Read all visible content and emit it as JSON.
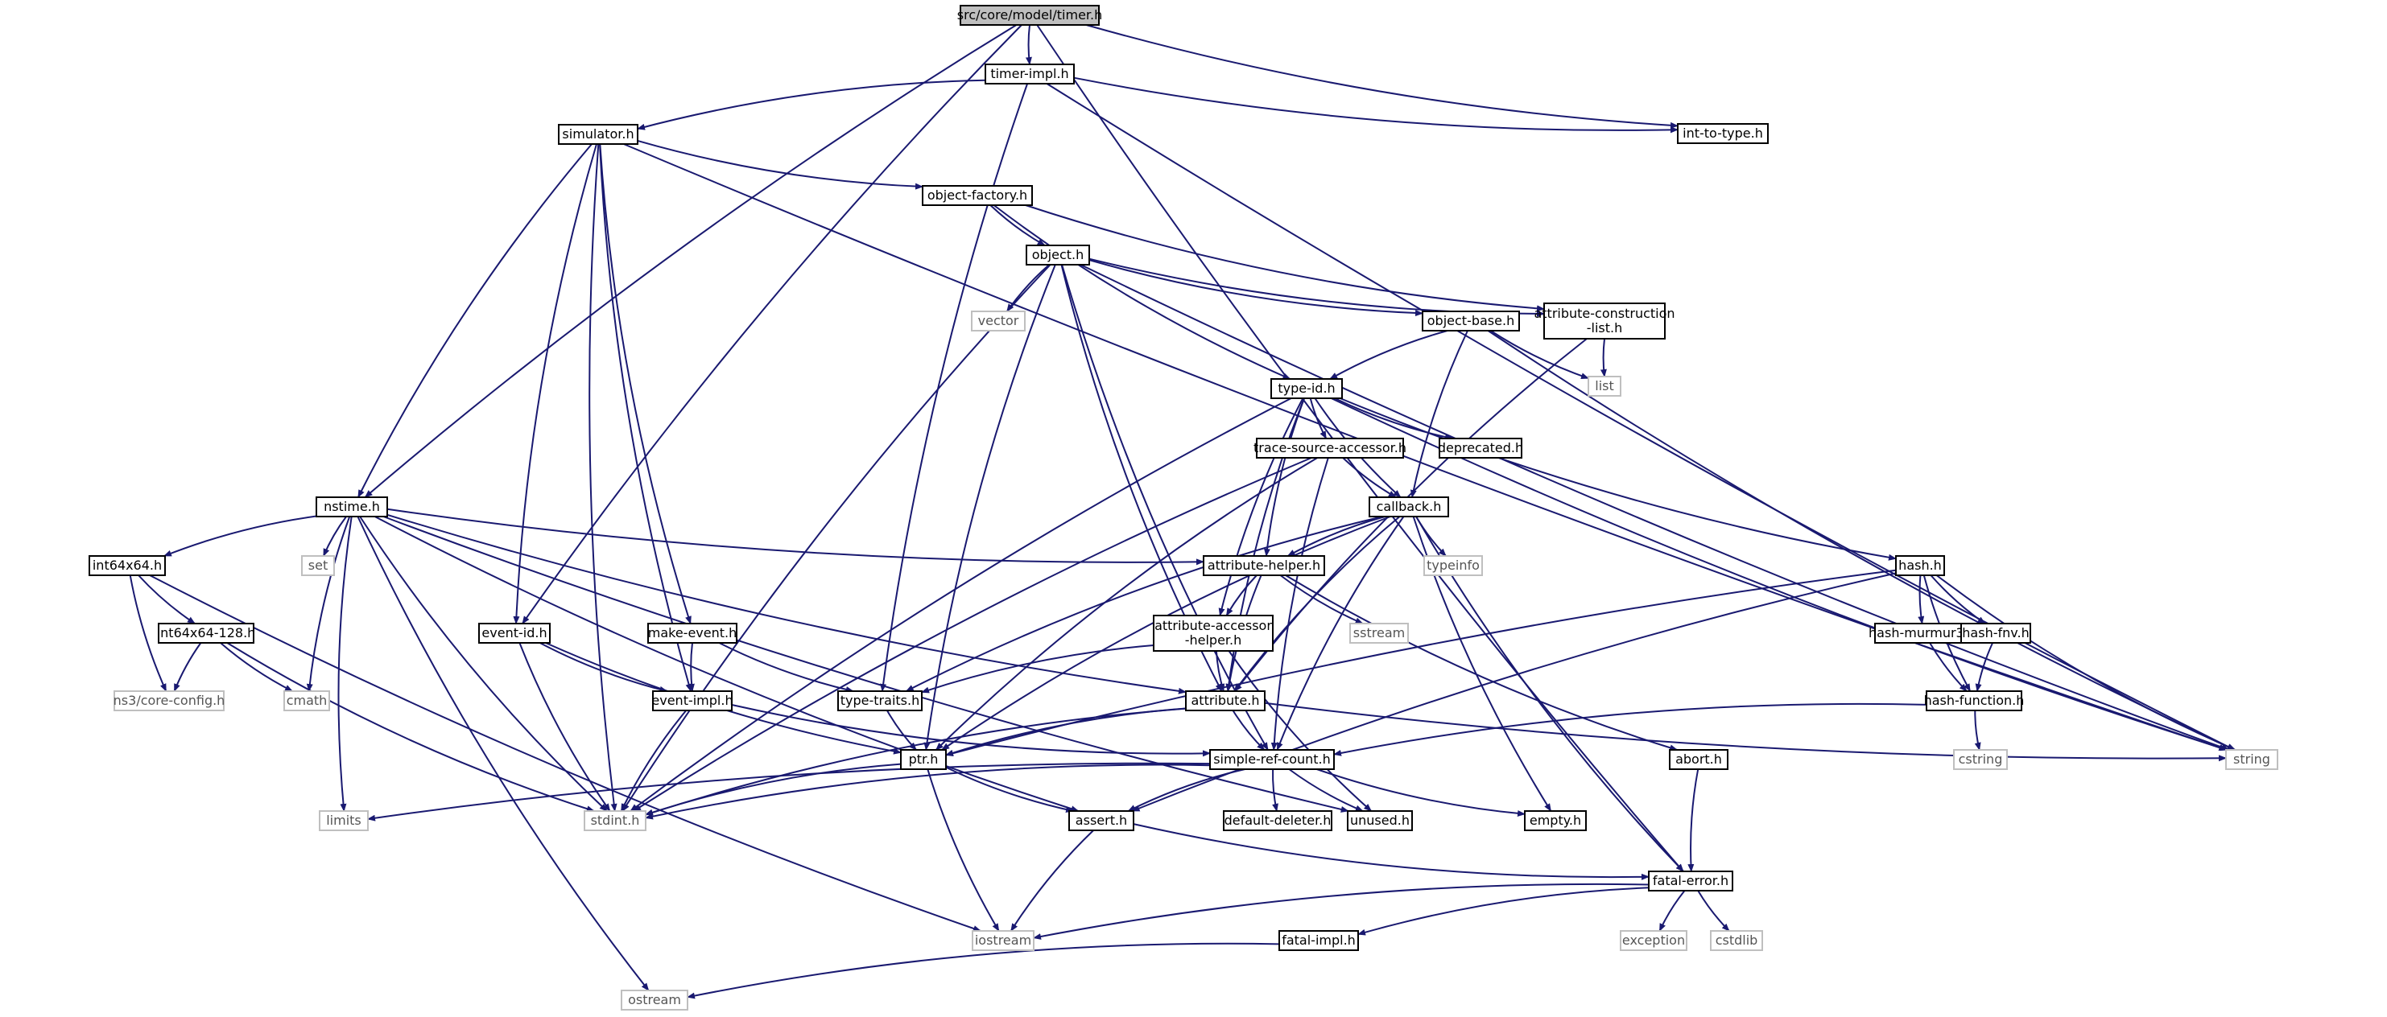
{
  "colors": {
    "edge": "#191970",
    "root_fill": "#bfbfbf",
    "box_border": "#000000",
    "system_border": "#bfbfbf"
  },
  "nodes": [
    {
      "id": "timer",
      "label": "src/core/model/timer.h",
      "kind": "root"
    },
    {
      "id": "timer_impl",
      "label": "timer-impl.h",
      "kind": "local"
    },
    {
      "id": "int_to_type",
      "label": "int-to-type.h",
      "kind": "local"
    },
    {
      "id": "simulator",
      "label": "simulator.h",
      "kind": "local"
    },
    {
      "id": "object_factory",
      "label": "object-factory.h",
      "kind": "local"
    },
    {
      "id": "object",
      "label": "object.h",
      "kind": "local"
    },
    {
      "id": "vector",
      "label": "vector",
      "kind": "system"
    },
    {
      "id": "object_base",
      "label": "object-base.h",
      "kind": "local"
    },
    {
      "id": "attr_constr",
      "label": "attribute-construction\n-list.h",
      "kind": "local"
    },
    {
      "id": "list",
      "label": "list",
      "kind": "system"
    },
    {
      "id": "type_id",
      "label": "type-id.h",
      "kind": "local"
    },
    {
      "id": "trace_src",
      "label": "trace-source-accessor.h",
      "kind": "local"
    },
    {
      "id": "deprecated",
      "label": "deprecated.h",
      "kind": "local"
    },
    {
      "id": "nstime",
      "label": "nstime.h",
      "kind": "local"
    },
    {
      "id": "callback",
      "label": "callback.h",
      "kind": "local"
    },
    {
      "id": "int64x64",
      "label": "int64x64.h",
      "kind": "local"
    },
    {
      "id": "set",
      "label": "set",
      "kind": "system"
    },
    {
      "id": "attr_helper",
      "label": "attribute-helper.h",
      "kind": "local"
    },
    {
      "id": "typeinfo",
      "label": "typeinfo",
      "kind": "system"
    },
    {
      "id": "hash",
      "label": "hash.h",
      "kind": "local"
    },
    {
      "id": "int64x64_128",
      "label": "int64x64-128.h",
      "kind": "local"
    },
    {
      "id": "event_id",
      "label": "event-id.h",
      "kind": "local"
    },
    {
      "id": "make_event",
      "label": "make-event.h",
      "kind": "local"
    },
    {
      "id": "attr_accessor",
      "label": "attribute-accessor\n-helper.h",
      "kind": "local"
    },
    {
      "id": "sstream",
      "label": "sstream",
      "kind": "system"
    },
    {
      "id": "hash_murmur3",
      "label": "hash-murmur3.h",
      "kind": "local"
    },
    {
      "id": "hash_fnv",
      "label": "hash-fnv.h",
      "kind": "local"
    },
    {
      "id": "ns3_core_config",
      "label": "ns3/core-config.h",
      "kind": "system"
    },
    {
      "id": "cmath",
      "label": "cmath",
      "kind": "system"
    },
    {
      "id": "event_impl",
      "label": "event-impl.h",
      "kind": "local"
    },
    {
      "id": "type_traits",
      "label": "type-traits.h",
      "kind": "local"
    },
    {
      "id": "attribute",
      "label": "attribute.h",
      "kind": "local"
    },
    {
      "id": "hash_function",
      "label": "hash-function.h",
      "kind": "local"
    },
    {
      "id": "string",
      "label": "string",
      "kind": "system"
    },
    {
      "id": "ptr",
      "label": "ptr.h",
      "kind": "local"
    },
    {
      "id": "simple_ref",
      "label": "simple-ref-count.h",
      "kind": "local"
    },
    {
      "id": "abort",
      "label": "abort.h",
      "kind": "local"
    },
    {
      "id": "cstring",
      "label": "cstring",
      "kind": "system"
    },
    {
      "id": "limits",
      "label": "limits",
      "kind": "system"
    },
    {
      "id": "stdint",
      "label": "stdint.h",
      "kind": "system"
    },
    {
      "id": "assert",
      "label": "assert.h",
      "kind": "local"
    },
    {
      "id": "default_deleter",
      "label": "default-deleter.h",
      "kind": "local"
    },
    {
      "id": "unused",
      "label": "unused.h",
      "kind": "local"
    },
    {
      "id": "empty",
      "label": "empty.h",
      "kind": "local"
    },
    {
      "id": "fatal_error",
      "label": "fatal-error.h",
      "kind": "local"
    },
    {
      "id": "iostream",
      "label": "iostream",
      "kind": "system"
    },
    {
      "id": "exception",
      "label": "exception",
      "kind": "system"
    },
    {
      "id": "cstdlib",
      "label": "cstdlib",
      "kind": "system"
    },
    {
      "id": "fatal_impl",
      "label": "fatal-impl.h",
      "kind": "local"
    },
    {
      "id": "ostream",
      "label": "ostream",
      "kind": "system"
    }
  ],
  "edges": [
    [
      "timer",
      "timer_impl"
    ],
    [
      "timer",
      "nstime"
    ],
    [
      "timer",
      "event_id"
    ],
    [
      "timer",
      "int_to_type"
    ],
    [
      "timer",
      "fatal_error"
    ],
    [
      "timer_impl",
      "simulator"
    ],
    [
      "timer_impl",
      "int_to_type"
    ],
    [
      "timer_impl",
      "type_traits"
    ],
    [
      "timer_impl",
      "string"
    ],
    [
      "simulator",
      "nstime"
    ],
    [
      "simulator",
      "event_id"
    ],
    [
      "simulator",
      "event_impl"
    ],
    [
      "simulator",
      "make_event"
    ],
    [
      "simulator",
      "object_factory"
    ],
    [
      "simulator",
      "stdint"
    ],
    [
      "simulator",
      "string"
    ],
    [
      "object_factory",
      "object"
    ],
    [
      "object_factory",
      "attr_constr"
    ],
    [
      "object_factory",
      "type_id"
    ],
    [
      "object",
      "vector"
    ],
    [
      "object",
      "object_base"
    ],
    [
      "object",
      "attr_constr"
    ],
    [
      "object",
      "ptr"
    ],
    [
      "object",
      "attribute"
    ],
    [
      "object",
      "simple_ref"
    ],
    [
      "object",
      "stdint"
    ],
    [
      "object",
      "string"
    ],
    [
      "object_base",
      "type_id"
    ],
    [
      "object_base",
      "callback"
    ],
    [
      "object_base",
      "list"
    ],
    [
      "object_base",
      "string"
    ],
    [
      "attr_constr",
      "list"
    ],
    [
      "attr_constr",
      "attribute"
    ],
    [
      "type_id",
      "trace_src"
    ],
    [
      "type_id",
      "deprecated"
    ],
    [
      "type_id",
      "callback"
    ],
    [
      "type_id",
      "attr_helper"
    ],
    [
      "type_id",
      "attr_accessor"
    ],
    [
      "type_id",
      "attribute"
    ],
    [
      "type_id",
      "hash"
    ],
    [
      "type_id",
      "stdint"
    ],
    [
      "type_id",
      "string"
    ],
    [
      "trace_src",
      "callback"
    ],
    [
      "trace_src",
      "ptr"
    ],
    [
      "trace_src",
      "simple_ref"
    ],
    [
      "trace_src",
      "stdint"
    ],
    [
      "callback",
      "ptr"
    ],
    [
      "callback",
      "fatal_error"
    ],
    [
      "callback",
      "empty"
    ],
    [
      "callback",
      "type_traits"
    ],
    [
      "callback",
      "attribute"
    ],
    [
      "callback",
      "attr_helper"
    ],
    [
      "callback",
      "simple_ref"
    ],
    [
      "callback",
      "typeinfo"
    ],
    [
      "nstime",
      "int64x64"
    ],
    [
      "nstime",
      "set"
    ],
    [
      "nstime",
      "cmath"
    ],
    [
      "nstime",
      "limits"
    ],
    [
      "nstime",
      "stdint"
    ],
    [
      "nstime",
      "ostream"
    ],
    [
      "nstime",
      "attribute"
    ],
    [
      "nstime",
      "attr_helper"
    ],
    [
      "nstime",
      "assert"
    ],
    [
      "nstime",
      "unused"
    ],
    [
      "int64x64",
      "int64x64_128"
    ],
    [
      "int64x64",
      "ns3_core_config"
    ],
    [
      "int64x64",
      "iostream"
    ],
    [
      "int64x64_128",
      "ns3_core_config"
    ],
    [
      "int64x64_128",
      "cmath"
    ],
    [
      "int64x64_128",
      "stdint"
    ],
    [
      "attr_helper",
      "attr_accessor"
    ],
    [
      "attr_helper",
      "attribute"
    ],
    [
      "attr_helper",
      "abort"
    ],
    [
      "attr_helper",
      "sstream"
    ],
    [
      "attr_accessor",
      "attribute"
    ],
    [
      "attr_accessor",
      "type_traits"
    ],
    [
      "attr_accessor",
      "unused"
    ],
    [
      "hash",
      "hash_murmur3"
    ],
    [
      "hash",
      "hash_fnv"
    ],
    [
      "hash",
      "hash_function"
    ],
    [
      "hash",
      "assert"
    ],
    [
      "hash",
      "ptr"
    ],
    [
      "hash",
      "string"
    ],
    [
      "hash_murmur3",
      "hash_function"
    ],
    [
      "hash_fnv",
      "hash_function"
    ],
    [
      "hash_function",
      "simple_ref"
    ],
    [
      "hash_function",
      "cstring"
    ],
    [
      "event_id",
      "event_impl"
    ],
    [
      "event_id",
      "ptr"
    ],
    [
      "event_id",
      "stdint"
    ],
    [
      "make_event",
      "event_impl"
    ],
    [
      "make_event",
      "type_traits"
    ],
    [
      "event_impl",
      "simple_ref"
    ],
    [
      "event_impl",
      "stdint"
    ],
    [
      "type_traits",
      "ptr"
    ],
    [
      "attribute",
      "simple_ref"
    ],
    [
      "attribute",
      "ptr"
    ],
    [
      "attribute",
      "stdint"
    ],
    [
      "attribute",
      "string"
    ],
    [
      "ptr",
      "assert"
    ],
    [
      "ptr",
      "iostream"
    ],
    [
      "ptr",
      "stdint"
    ],
    [
      "simple_ref",
      "default_deleter"
    ],
    [
      "simple_ref",
      "assert"
    ],
    [
      "simple_ref",
      "unused"
    ],
    [
      "simple_ref",
      "empty"
    ],
    [
      "simple_ref",
      "limits"
    ],
    [
      "simple_ref",
      "stdint"
    ],
    [
      "abort",
      "fatal_error"
    ],
    [
      "assert",
      "fatal_error"
    ],
    [
      "assert",
      "iostream"
    ],
    [
      "fatal_error",
      "iostream"
    ],
    [
      "fatal_error",
      "exception"
    ],
    [
      "fatal_error",
      "cstdlib"
    ],
    [
      "fatal_error",
      "fatal_impl"
    ],
    [
      "fatal_impl",
      "ostream"
    ]
  ]
}
